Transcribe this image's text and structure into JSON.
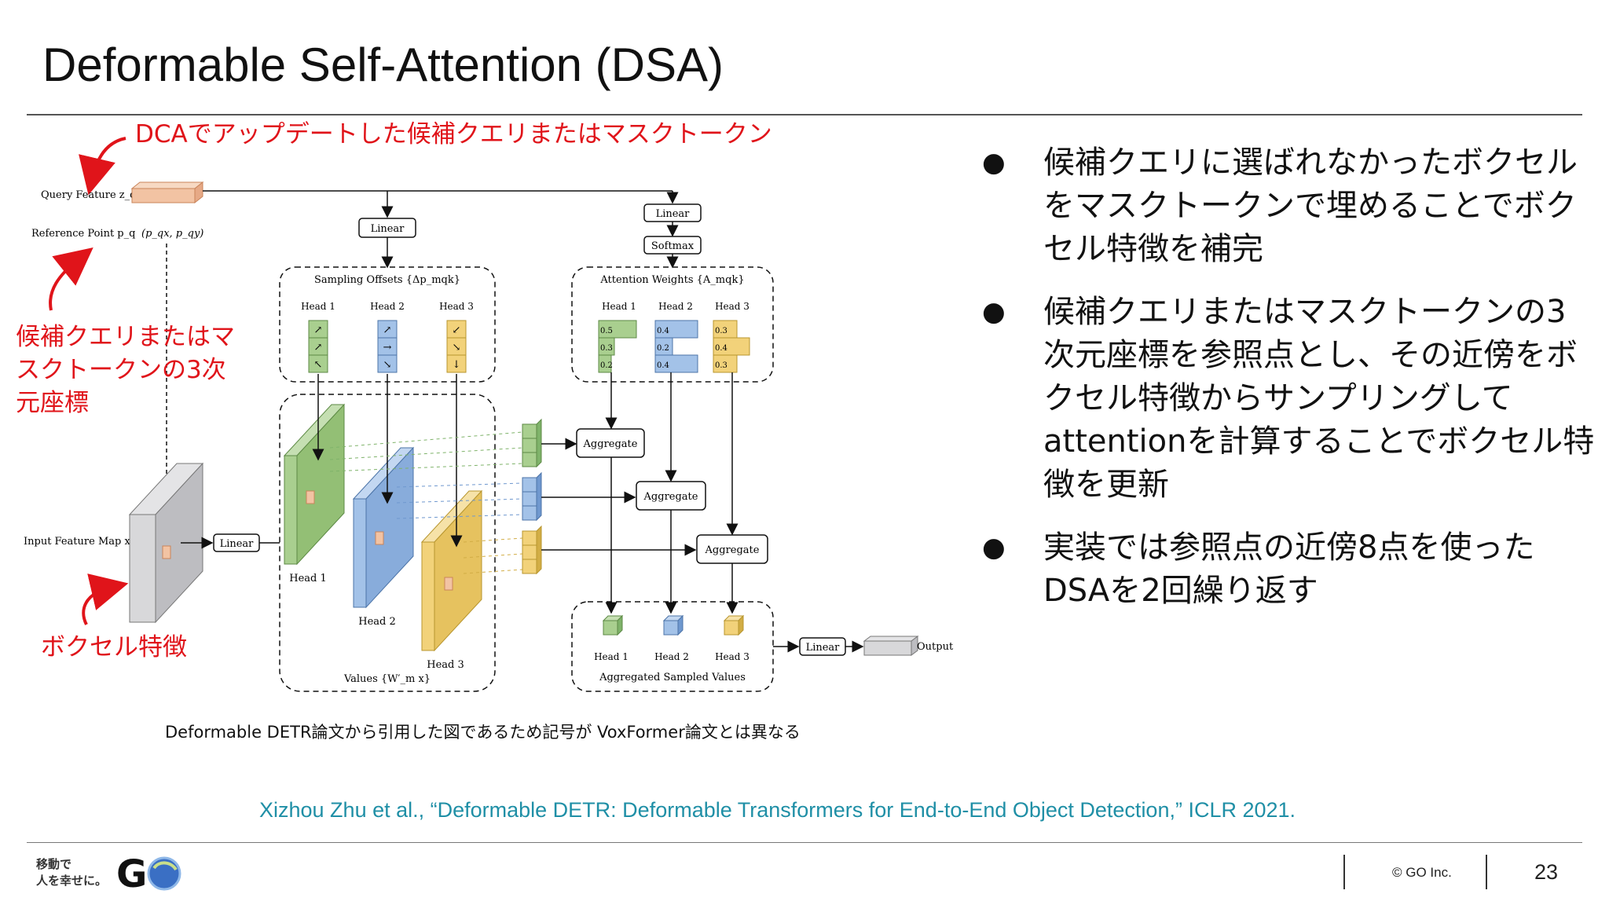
{
  "title": "Deformable Self-Attention (DSA)",
  "annotations": {
    "dca": "DCAでアップデートした候補クエリまたはマスクトークン",
    "ref_point_line1": "候補クエリまたはマ",
    "ref_point_line2": "スクトークンの3次",
    "ref_point_line3": "元座標",
    "voxel": "ボクセル特徴"
  },
  "diagram": {
    "query_feature": "Query Feature z_q",
    "reference_point": "Reference Point p_q",
    "ref_coords": "(p_qx, p_qy)",
    "input_feature_map": "Input Feature Map x",
    "linear": "Linear",
    "softmax": "Softmax",
    "sampling_offsets": "Sampling Offsets {Δp_mqk}",
    "attention_weights": "Attention Weights {A_mqk}",
    "head1": "Head 1",
    "head2": "Head 2",
    "head3": "Head 3",
    "aggregate": "Aggregate",
    "values": "Values {W′_m x}",
    "aggregated_sampled_values": "Aggregated Sampled Values",
    "output": "Output",
    "weights": {
      "head1": [
        "0.5",
        "0.3",
        "0.2"
      ],
      "head2": [
        "0.4",
        "0.2",
        "0.4"
      ],
      "head3": [
        "0.3",
        "0.4",
        "0.3"
      ]
    }
  },
  "caption": "Deformable DETR論文から引用した図であるため記号が  VoxFormer論文とは異なる",
  "citation": "Xizhou Zhu et al., “Deformable DETR: Deformable Transformers for End-to-End Object Detection,” ICLR 2021.",
  "bullets": [
    "候補クエリに選ばれなかったボクセルをマスクトークンで埋めることでボクセル特徴を補完",
    "候補クエリまたはマスクトークンの3次元座標を参照点とし、その近傍をボクセル特徴からサンプリングしてattentionを計算することでボクセル特徴を更新",
    "実装では参照点の近傍8点を使ったDSAを2回繰り返す"
  ],
  "footer": {
    "tagline_line1": "移動で",
    "tagline_line2": "人を幸せに。",
    "logo": "GO",
    "copyright": "© GO Inc.",
    "page": "23"
  },
  "colors": {
    "accent_red": "#e0141a",
    "citation_teal": "#1f8fa6",
    "head_green": "#a9cf8f",
    "head_blue": "#a3c2e8",
    "head_yellow": "#f2d27a",
    "query_orange": "#f2c3a3"
  }
}
